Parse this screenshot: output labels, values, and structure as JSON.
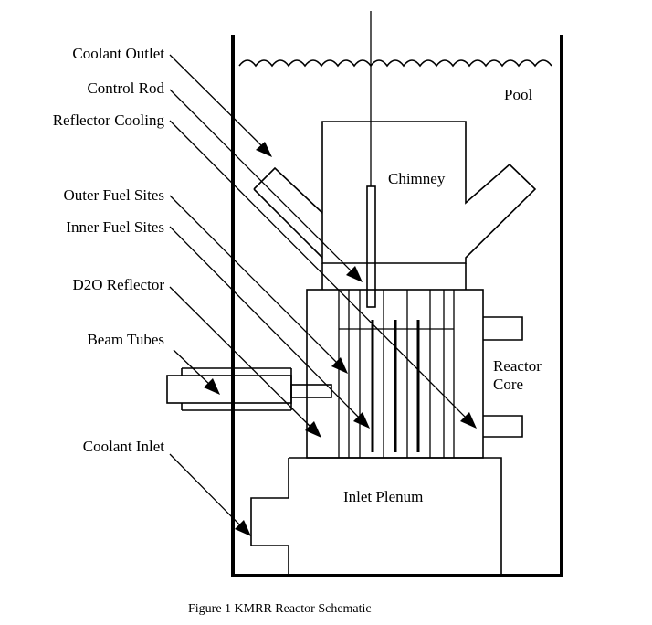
{
  "labels": {
    "coolant_outlet": "Coolant Outlet",
    "control_rod": "Control Rod",
    "reflector_cooling": "Reflector Cooling",
    "outer_fuel_sites": "Outer Fuel Sites",
    "inner_fuel_sites": "Inner Fuel Sites",
    "d2o_reflector": "D2O Reflector",
    "beam_tubes": "Beam Tubes",
    "coolant_inlet": "Coolant Inlet",
    "pool": "Pool",
    "chimney": "Chimney",
    "reactor_core_line1": "Reactor",
    "reactor_core_line2": "Core",
    "inlet_plenum": "Inlet Plenum"
  },
  "caption": "Figure 1 KMRR Reactor Schematic"
}
